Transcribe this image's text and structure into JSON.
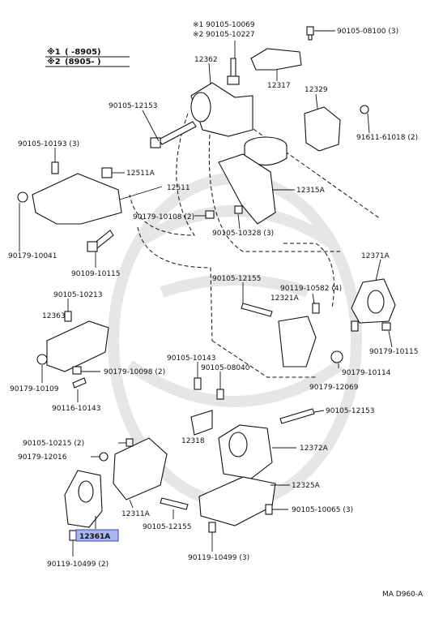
{
  "legend": {
    "row1_mark": "※1",
    "row1_range": "(      -8905)",
    "row2_mark": "※2",
    "row2_range": "(8905-      )"
  },
  "labels": {
    "p_90105_10069": "※1 90105-10069",
    "p_90105_10227": "※2 90105-10227",
    "p_90105_08100": "90105-08100 (3)",
    "p_12362": "12362",
    "p_12317": "12317",
    "p_12329": "12329",
    "p_90105_12153_top": "90105-12153",
    "p_91611_61018": "91611-61018 (2)",
    "p_90105_10193": "90105-10193 (3)",
    "p_12511A": "12511A",
    "p_12511": "12511",
    "p_12315A": "12315A",
    "p_90179_10108": "90179-10108 (2)",
    "p_90105_10328": "90105-10328 (3)",
    "p_90179_10041": "90179-10041",
    "p_90109_10115": "90109-10115",
    "p_12371A": "12371A",
    "p_90105_12155_mid": "90105-12155",
    "p_90119_10582": "90119-10582 (4)",
    "p_12321A": "12321A",
    "p_90105_10213": "90105-10213",
    "p_12363": "12363",
    "p_90179_10115": "90179-10115",
    "p_90179_10114": "90179-10114",
    "p_90105_10143": "90105-10143",
    "p_90105_08040": "90105-08040",
    "p_90179_10098": "90179-10098 (2)",
    "p_90179_10109": "90179-10109",
    "p_90179_12069": "90179-12069",
    "p_90116_10143": "90116-10143",
    "p_90105_12153_low": "90105-12153",
    "p_12318": "12318",
    "p_90105_10215": "90105-10215 (2)",
    "p_12372A": "12372A",
    "p_90179_12016": "90179-12016",
    "p_12325A": "12325A",
    "p_12311A": "12311A",
    "p_90105_10065": "90105-10065 (3)",
    "p_90105_12155_low": "90105-12155",
    "p_12361A": "12361A",
    "p_90119_10499_low": "90119-10499 (2)",
    "p_90119_10499_mid": "90119-10499 (3)",
    "diagram_code": "MA D960-A"
  },
  "colors": {
    "highlight_fill": "#aab4ee",
    "highlight_stroke": "#3a47b0",
    "line": "#111111",
    "watermark": "#e6e6e6"
  }
}
